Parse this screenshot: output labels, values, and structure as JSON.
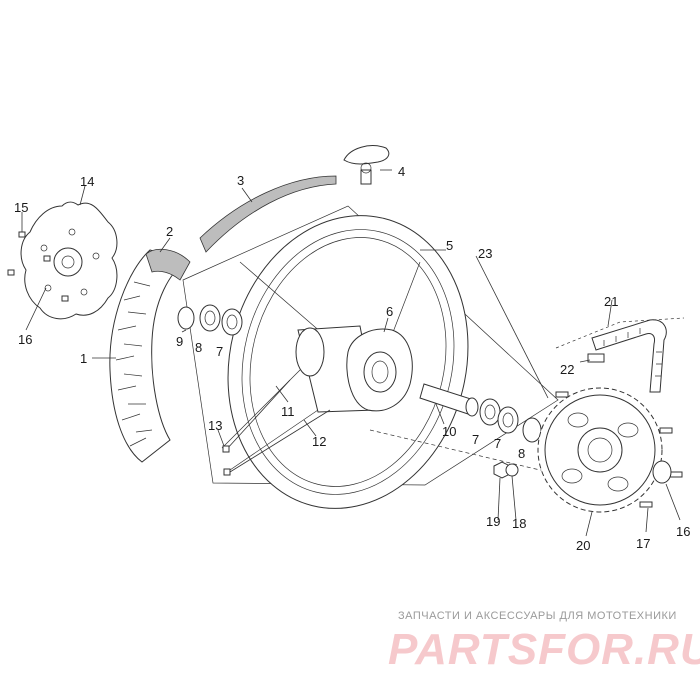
{
  "callouts": {
    "c1": "1",
    "c2": "2",
    "c3": "3",
    "c4": "4",
    "c5": "5",
    "c6": "6",
    "c7a": "7",
    "c7b": "7",
    "c7c": "7",
    "c8a": "8",
    "c8b": "8",
    "c9": "9",
    "c10": "10",
    "c11": "11",
    "c12": "12",
    "c13": "13",
    "c14": "14",
    "c15": "15",
    "c16a": "16",
    "c16b": "16",
    "c17": "17",
    "c18": "18",
    "c19": "19",
    "c20": "20",
    "c21": "21",
    "c22": "22",
    "c23": "23"
  },
  "watermark": {
    "tagline": "ЗАПЧАСТИ И АКСЕССУАРЫ ДЛЯ МОТОТЕХНИКИ",
    "brand": "PARTSFOR.RU"
  }
}
